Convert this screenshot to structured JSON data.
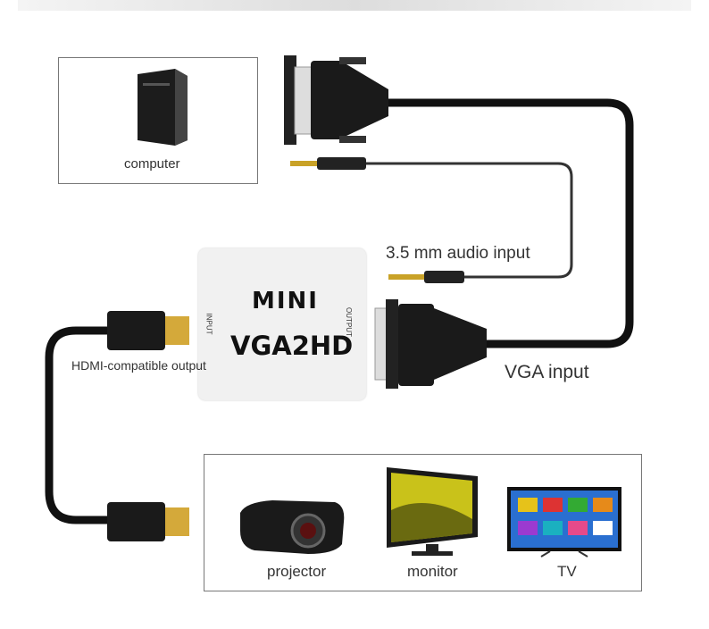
{
  "labels": {
    "computer": "computer",
    "audio_input": "3.5 mm audio input",
    "vga_input": "VGA input",
    "hdmi_output": "HDMI-compatible output",
    "projector": "projector",
    "monitor": "monitor",
    "tv": "TV"
  },
  "adapter": {
    "brand": "MINI",
    "model": "VGA2HD",
    "input_port": "INPUT",
    "output_port": "OUTPUT"
  }
}
